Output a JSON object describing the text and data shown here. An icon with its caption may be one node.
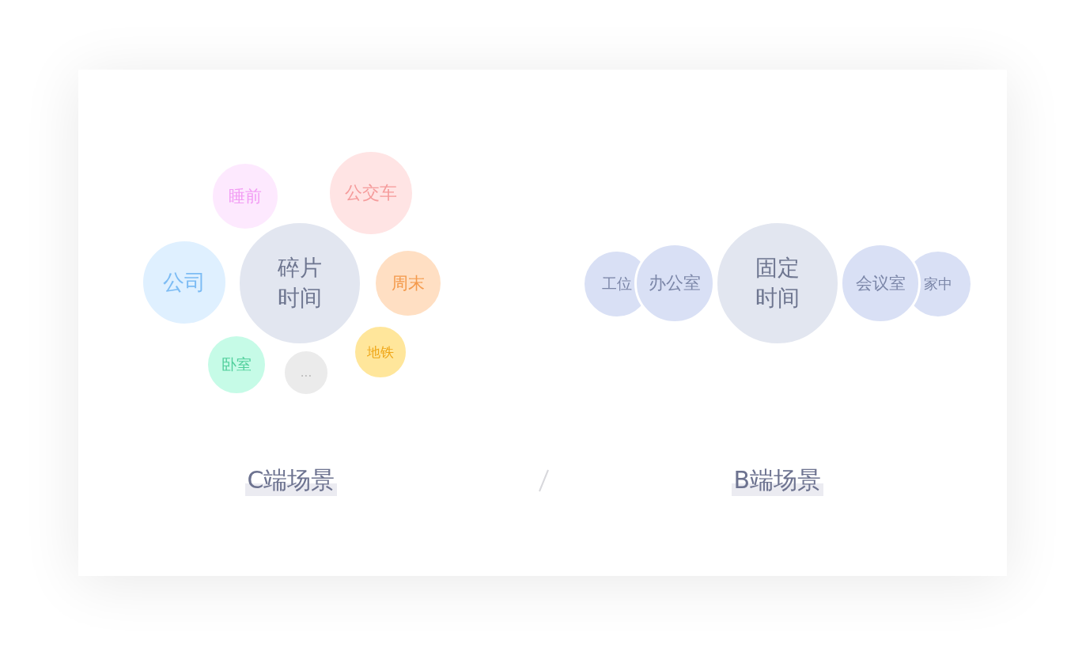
{
  "diagram": {
    "nodes": [
      {
        "text": [
          "睡前"
        ]
      },
      {
        "text": [
          "公交车"
        ]
      },
      {
        "text": [
          "公司"
        ]
      },
      {
        "text": [
          "碎片时间"
        ]
      },
      {
        "text": [
          "周末"
        ]
      },
      {
        "text": [
          "地铁"
        ]
      },
      {
        "text": [
          "卧室"
        ]
      },
      {
        "text": [
          "..."
        ]
      },
      {
        "text": [
          "工位"
        ]
      },
      {
        "text": [
          "办公室"
        ]
      },
      {
        "text": [
          "固定时间"
        ]
      },
      {
        "text": [
          "会议室"
        ]
      },
      {
        "text": [
          "家中"
        ]
      }
    ],
    "labels": [
      "C端场景",
      "B端场景"
    ]
  }
}
